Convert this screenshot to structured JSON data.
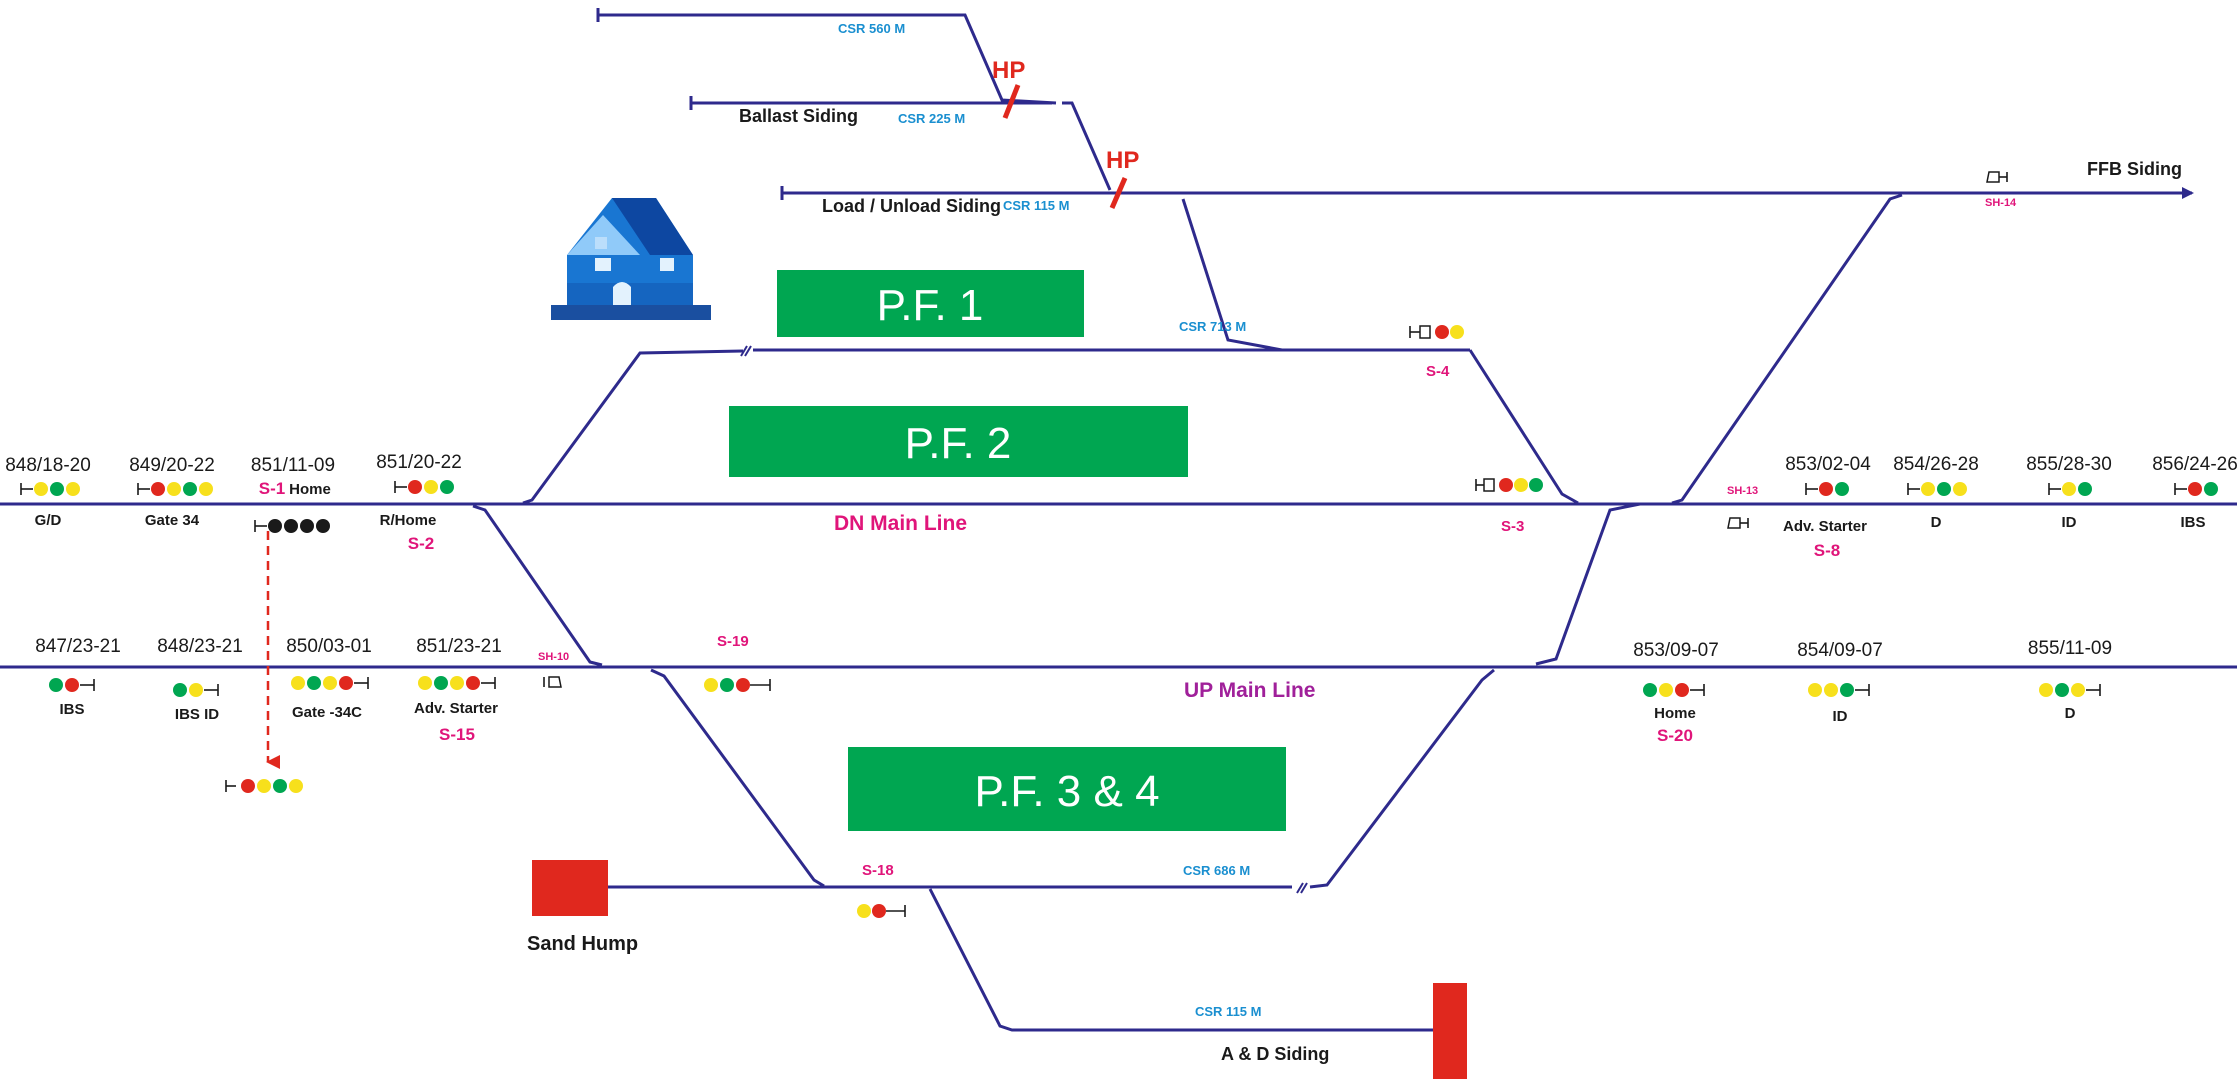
{
  "colors": {
    "track": "#2e2a8c",
    "platform": "#00a651",
    "red": "#e0281e",
    "yellow": "#f7e01c",
    "green": "#00a651",
    "black": "#1a1a1a",
    "magenta": "#e0157a",
    "csr_blue": "#1a8fd0"
  },
  "platforms": {
    "pf1": "P.F. 1",
    "pf2": "P.F. 2",
    "pf34": "P.F. 3 & 4"
  },
  "lines": {
    "dn": "DN Main Line",
    "up": "UP Main Line"
  },
  "sidings": {
    "ballast": "Ballast Siding",
    "load_unload": "Load / Unload Siding",
    "ffb": "FFB Siding",
    "ad": "A & D Siding",
    "sand_hump": "Sand Hump"
  },
  "csr": {
    "c560": "CSR 560  M",
    "c225": "CSR 225  M",
    "c115a": "CSR 115  M",
    "c713": "CSR 713 M",
    "c686": "CSR 686  M",
    "c115b": "CSR 115  M"
  },
  "hp": {
    "hp1": "HP",
    "hp2": "HP"
  },
  "shunts": {
    "sh10": "SH-10",
    "sh13": "SH-13",
    "sh14": "SH-14"
  },
  "dn_signals": [
    {
      "km": "848/18-20",
      "name": "G/D",
      "code": "",
      "aspects": [
        "yellow",
        "green",
        "yellow"
      ]
    },
    {
      "km": "849/20-22",
      "name": "Gate 34",
      "code": "",
      "aspects": [
        "red",
        "yellow",
        "green",
        "yellow"
      ]
    },
    {
      "km": "851/11-09",
      "name": "Home",
      "code": "S-1",
      "aspects": [
        "black",
        "black",
        "black",
        "black"
      ]
    },
    {
      "km": "851/20-22",
      "name": "R/Home",
      "code": "S-2",
      "aspects": [
        "red",
        "yellow",
        "green"
      ]
    },
    {
      "km": "853/02-04",
      "name": "Adv. Starter",
      "code": "S-8",
      "aspects": [
        "red",
        "green"
      ]
    },
    {
      "km": "854/26-28",
      "name": "D",
      "code": "",
      "aspects": [
        "yellow",
        "green",
        "yellow"
      ]
    },
    {
      "km": "855/28-30",
      "name": "ID",
      "code": "",
      "aspects": [
        "yellow",
        "green"
      ]
    },
    {
      "km": "856/24-26",
      "name": "IBS",
      "code": "",
      "aspects": [
        "red",
        "green"
      ]
    }
  ],
  "up_signals": [
    {
      "km": "847/23-21",
      "name": "IBS",
      "code": "",
      "aspects": [
        "green",
        "red"
      ]
    },
    {
      "km": "848/23-21",
      "name": "IBS ID",
      "code": "",
      "aspects": [
        "green",
        "yellow"
      ]
    },
    {
      "km": "850/03-01",
      "name": "Gate -34C",
      "code": "",
      "aspects": [
        "yellow",
        "green",
        "yellow",
        "red"
      ]
    },
    {
      "km": "851/23-21",
      "name": "Adv. Starter",
      "code": "S-15",
      "aspects": [
        "yellow",
        "green",
        "yellow",
        "red"
      ]
    },
    {
      "km": "853/09-07",
      "name": "Home",
      "code": "S-20",
      "aspects": [
        "green",
        "yellow",
        "red"
      ]
    },
    {
      "km": "854/09-07",
      "name": "ID",
      "code": "",
      "aspects": [
        "yellow",
        "yellow",
        "green"
      ]
    },
    {
      "km": "855/11-09",
      "name": "D",
      "code": "",
      "aspects": [
        "yellow",
        "green",
        "yellow"
      ]
    }
  ],
  "loop_signals": {
    "s3": "S-3",
    "s4": "S-4",
    "s18": "S-18",
    "s19": "S-19"
  },
  "icons": {
    "station": "station-house-icon",
    "route_indicator": "route-indicator-icon",
    "shunt_signal": "shunt-signal-icon"
  }
}
